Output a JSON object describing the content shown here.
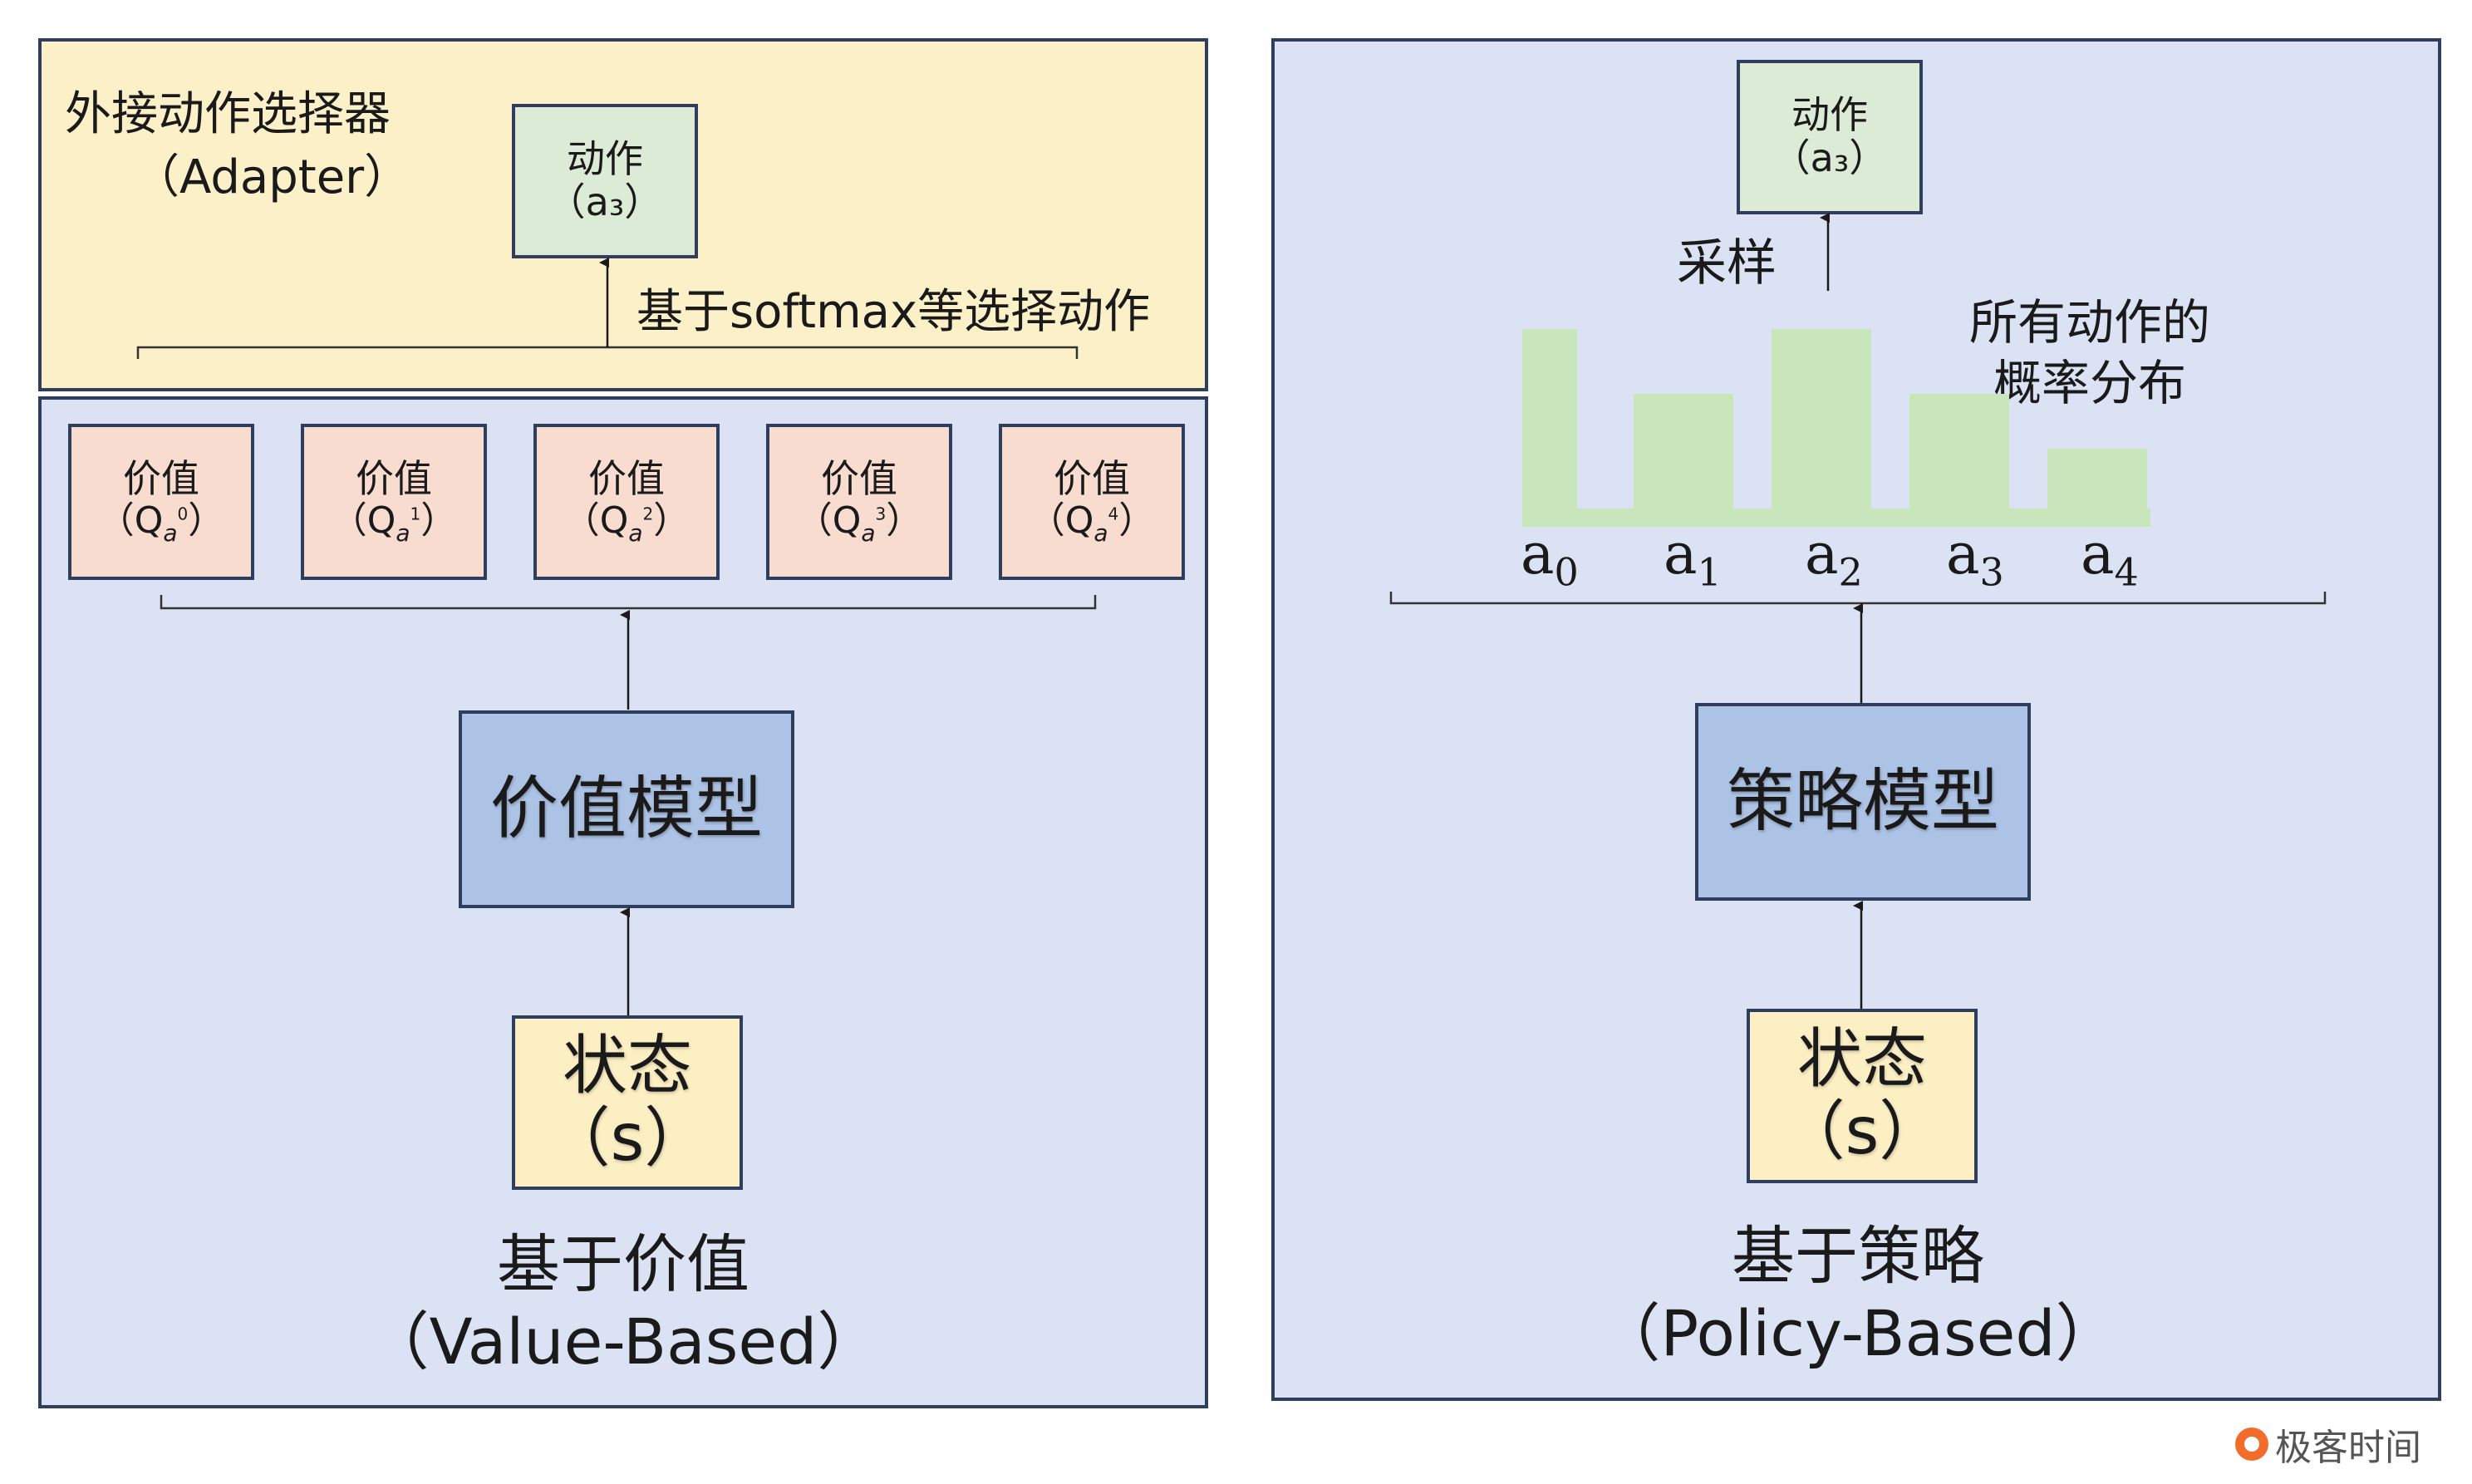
{
  "adapter": {
    "title": "外接动作选择器",
    "subtitle": "（Adapter）",
    "action_box": {
      "line1": "动作",
      "line2": "（a₃）"
    },
    "select_label": "基于softmax等选择动作"
  },
  "value_based": {
    "q_boxes": [
      {
        "label": "价值",
        "open": "（",
        "q": "Q",
        "sub": "a",
        "sup": "0",
        "close": "）"
      },
      {
        "label": "价值",
        "open": "（",
        "q": "Q",
        "sub": "a",
        "sup": "1",
        "close": "）"
      },
      {
        "label": "价值",
        "open": "（",
        "q": "Q",
        "sub": "a",
        "sup": "2",
        "close": "）"
      },
      {
        "label": "价值",
        "open": "（",
        "q": "Q",
        "sub": "a",
        "sup": "3",
        "close": "）"
      },
      {
        "label": "价值",
        "open": "（",
        "q": "Q",
        "sub": "a",
        "sup": "4",
        "close": "）"
      }
    ],
    "model": "价值模型",
    "state": {
      "line1": "状态",
      "line2": "（s）"
    },
    "caption": {
      "line1": "基于价值",
      "line2": "（Value-Based）"
    }
  },
  "policy_based": {
    "action_box": {
      "line1": "动作",
      "line2": "（a₃）"
    },
    "sample_label": "采样",
    "dist_label": {
      "line1": "所有动作的",
      "line2": "概率分布"
    },
    "actions": [
      {
        "base": "a",
        "sub": "0"
      },
      {
        "base": "a",
        "sub": "1"
      },
      {
        "base": "a",
        "sub": "2"
      },
      {
        "base": "a",
        "sub": "3"
      },
      {
        "base": "a",
        "sub": "4"
      }
    ],
    "probabilities": [
      0.36,
      0.23,
      0.36,
      0.23,
      0.12
    ],
    "model": "策略模型",
    "state": {
      "line1": "状态",
      "line2": "（s）"
    },
    "caption": {
      "line1": "基于策略",
      "line2": "（Policy-Based）"
    }
  },
  "colors": {
    "panel_blue": "#dbe2f3",
    "panel_yellow": "#fbf0c8",
    "box_green": "#dcebd5",
    "box_pink": "#f9dcd0",
    "model_blue": "#adc3e5",
    "state_yellow": "#fcefc4",
    "bar_green": "#c9e5bc",
    "border": "#2f3e5c"
  },
  "watermark": "极客时间"
}
